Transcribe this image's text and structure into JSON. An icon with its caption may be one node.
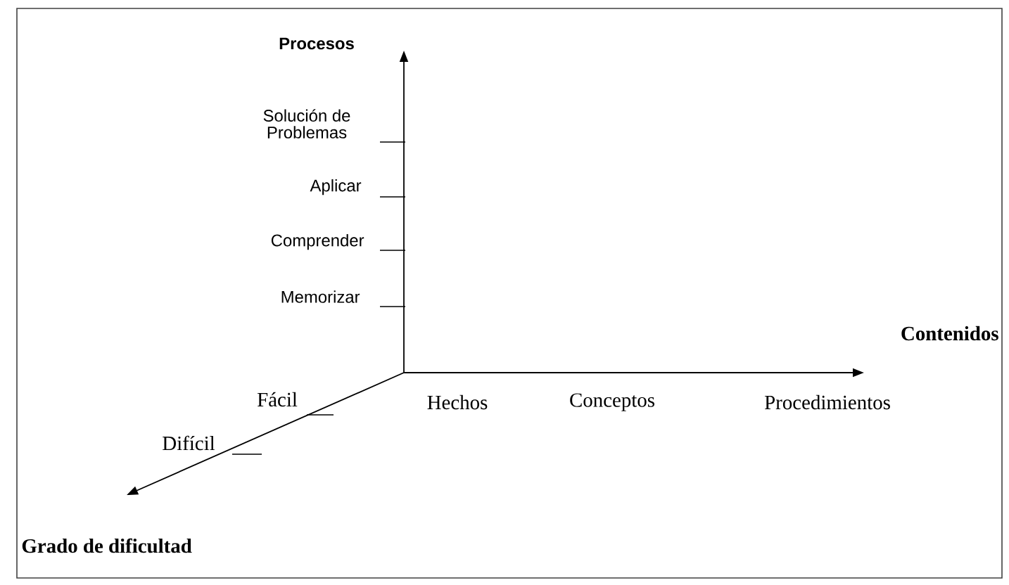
{
  "diagram": {
    "labels": [
      "Procesos",
      "Solución de Problemas",
      "Aplicar",
      "Comprender",
      "Memorizar",
      "Contenidos",
      "Fácil",
      "Hechos",
      "Conceptos",
      "Procedimientos",
      "Difícil",
      "Grado de dificultad"
    ]
  }
}
